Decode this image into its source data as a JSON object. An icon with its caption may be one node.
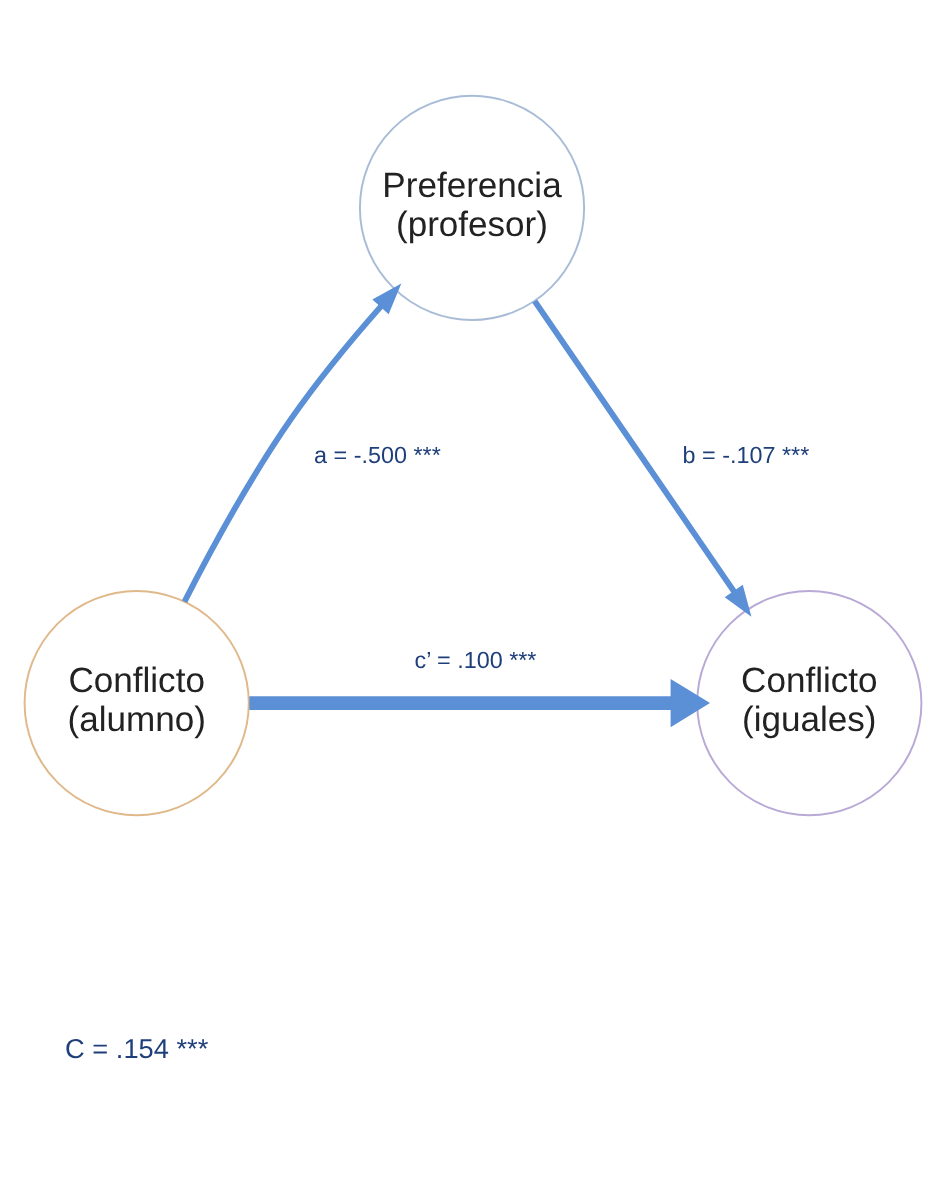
{
  "diagram": {
    "nodes": [
      {
        "text": [
          "Preferencia (profesor)"
        ]
      },
      {
        "text": [
          "Conflicto (alumno)"
        ]
      },
      {
        "text": [
          "Conflicto (iguales)"
        ]
      }
    ],
    "edges": [
      {
        "from": 1,
        "to": 0,
        "arrow": "to",
        "label": "a = -.500 ***"
      },
      {
        "from": 0,
        "to": 2,
        "arrow": "to",
        "label": "b = -.107 ***"
      },
      {
        "from": 1,
        "to": 2,
        "arrow": "to",
        "label": "c’ = .100 ***",
        "style": "thick"
      }
    ],
    "labels": [
      "C = .154 ***"
    ]
  }
}
